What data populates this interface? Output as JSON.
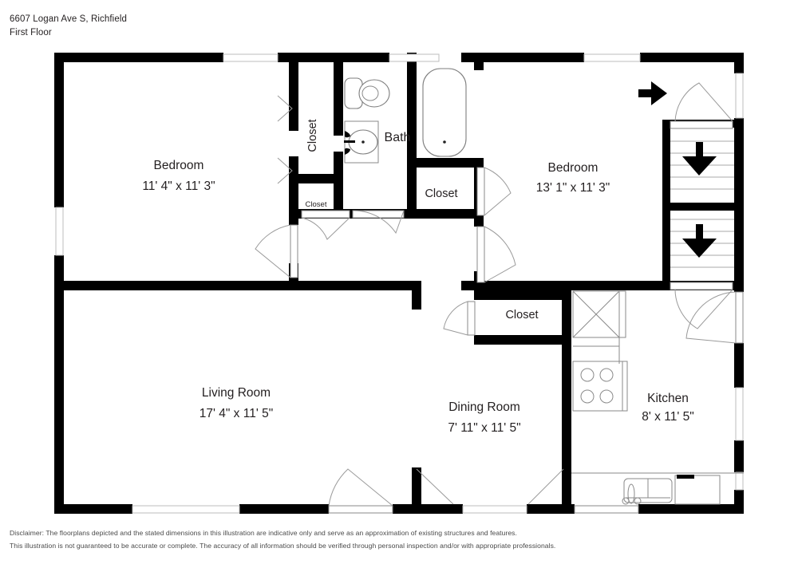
{
  "header": {
    "address": "6607 Logan Ave S, Richfield",
    "floor": "First Floor"
  },
  "footer": {
    "disclaimer_line1": "Disclaimer: The floorplans depicted and the stated dimensions in this illustration are indicative only and serve as an approximation of existing structures and features.",
    "disclaimer_line2": "This illustration is not guaranteed to be accurate or complete. The accuracy of all information should be verified through personal inspection and/or with appropriate professionals."
  },
  "plan": {
    "rooms": [
      {
        "id": "bedroom-left",
        "name": "Bedroom",
        "dimensions": "11' 4\" x 11' 3\""
      },
      {
        "id": "bedroom-right",
        "name": "Bedroom",
        "dimensions": "13' 1\" x 11' 3\""
      },
      {
        "id": "living-room",
        "name": "Living Room",
        "dimensions": "17' 4\" x 11' 5\""
      },
      {
        "id": "dining-room",
        "name": "Dining Room",
        "dimensions": "7' 11\" x 11' 5\""
      },
      {
        "id": "kitchen",
        "name": "Kitchen",
        "dimensions": "8' x 11' 5\""
      },
      {
        "id": "bath",
        "name": "Bath",
        "dimensions": ""
      }
    ],
    "closets": [
      {
        "id": "closet-bedroom-left",
        "label": "Closet"
      },
      {
        "id": "closet-hall-small",
        "label": "Closet"
      },
      {
        "id": "closet-bedroom-right",
        "label": "Closet"
      },
      {
        "id": "closet-dining",
        "label": "Closet"
      }
    ],
    "fixtures": [
      {
        "id": "toilet",
        "name": "toilet-fixture"
      },
      {
        "id": "sink-vanity",
        "name": "bathroom-sink-fixture"
      },
      {
        "id": "bathtub",
        "name": "bathtub-fixture"
      },
      {
        "id": "refrigerator",
        "name": "refrigerator-fixture"
      },
      {
        "id": "stove",
        "name": "stove-fixture"
      },
      {
        "id": "kitchen-sink",
        "name": "kitchen-sink-fixture"
      }
    ],
    "stairs": [
      {
        "id": "stair-upper",
        "direction": "down"
      },
      {
        "id": "stair-lower",
        "direction": "down"
      }
    ],
    "entry": {
      "id": "entry-arrow",
      "direction": "right"
    },
    "colors": {
      "wall": "#000000",
      "text": "#231f20",
      "line": "#8a8a8a",
      "background": "#ffffff"
    }
  }
}
